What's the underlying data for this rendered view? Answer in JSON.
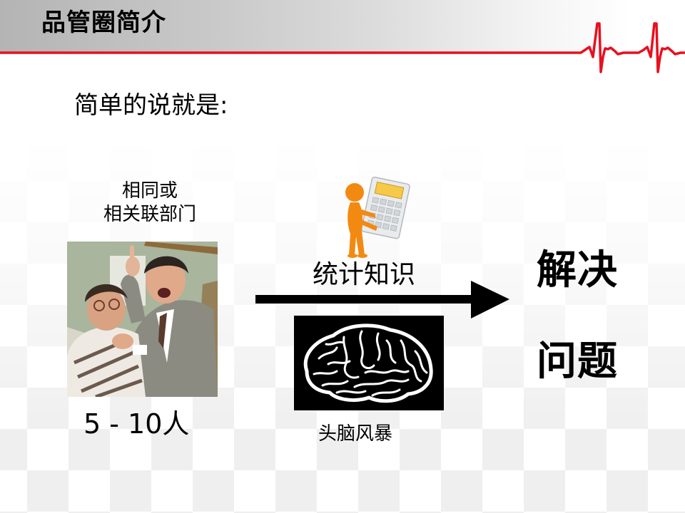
{
  "slide": {
    "title": "品管圈简介",
    "subtitle": "简单的说就是:",
    "left": {
      "label_line1": "相同或",
      "label_line2": "相关联部门",
      "photo_icon": "arguing-coworkers-photo",
      "people_count": "5 - 10人"
    },
    "middle": {
      "figure_icon": "person-with-calculator-icon",
      "arrow_label": "统计知识",
      "arrow_icon": "right-arrow-icon",
      "brain_icon": "brain-icon",
      "brain_label": "头脑风暴"
    },
    "right": {
      "result_line1": "解决",
      "result_line2": "问题"
    }
  },
  "theme": {
    "accent_red": "#e8101e",
    "header_gray": "#b4b4b4",
    "text": "#000000",
    "figure_orange": "#f28a12",
    "calculator_yellow": "#f7c948"
  }
}
